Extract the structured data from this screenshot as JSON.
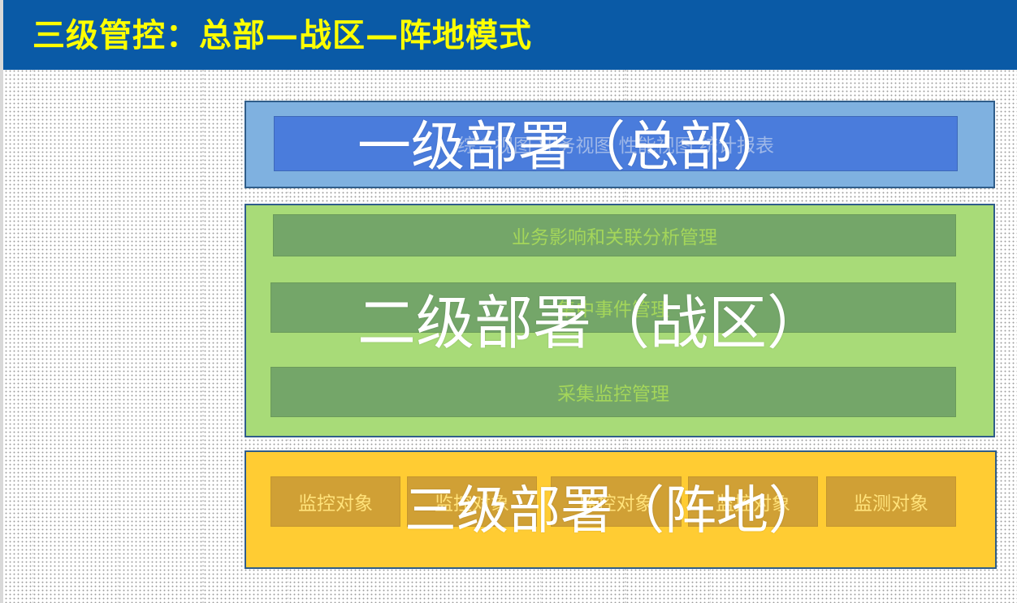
{
  "header": {
    "title": "三级管控：总部—战区—阵地模式"
  },
  "tiers": {
    "tier1": {
      "label": "一级部署（总部）",
      "band_text": "综合视图  业务视图  性能视图  统计报表"
    },
    "tier2": {
      "label": "二级部署（战区）",
      "bands": [
        "业务影响和关联分析管理",
        "集中事件管理",
        "采集监控管理"
      ]
    },
    "tier3": {
      "label": "三级部署（阵地）",
      "objects": [
        "监控对象",
        "监控对象",
        "监控对象",
        "监控对象",
        "监测对象"
      ]
    }
  },
  "colors": {
    "header_bg": "#0a5aa6",
    "header_text": "#ffff00",
    "tier1_bg": "#7fb1e0",
    "tier2_bg": "#a8db78",
    "tier3_bg": "#ffcc33"
  }
}
